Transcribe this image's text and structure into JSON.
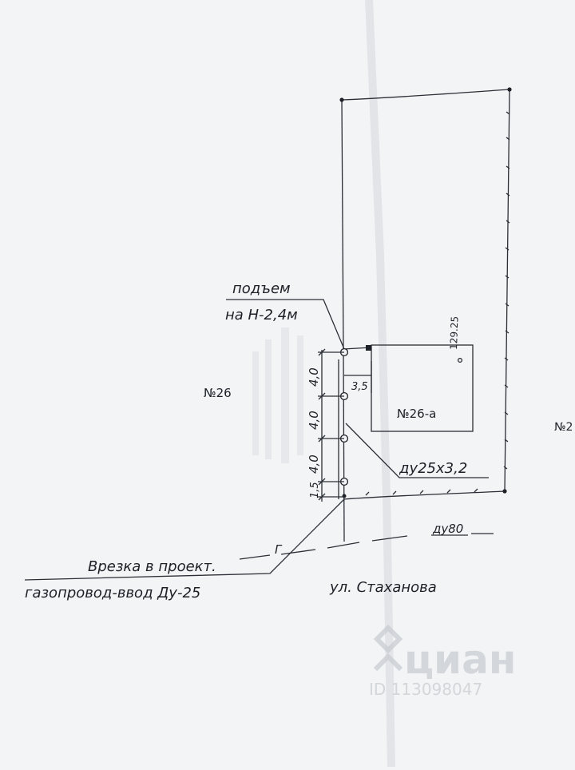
{
  "labels": {
    "lift_line1": "подъем",
    "lift_line2": "на Н-2,4м",
    "elevation": "129.25",
    "parcel_left": "№26",
    "parcel_main": "№26-а",
    "parcel_right": "№2",
    "offset": "3,5",
    "pipe_spec": "ду25х3,2",
    "dist_1": "4,0",
    "dist_2": "4,0",
    "dist_3": "4,0",
    "dist_4": "1,5",
    "gas_mark": "Г",
    "main_pipe": "ду80",
    "tie_line1": "Врезка в проект.",
    "tie_line2": "газопровод-ввод Ду-25",
    "street": "ул. Стаханова"
  },
  "watermark": {
    "brand": "циан",
    "listing": "ID 113098047"
  },
  "colors": {
    "paper": "#f3f4f6",
    "ink": "#1d2127",
    "watermark": "#c9ccd1"
  }
}
